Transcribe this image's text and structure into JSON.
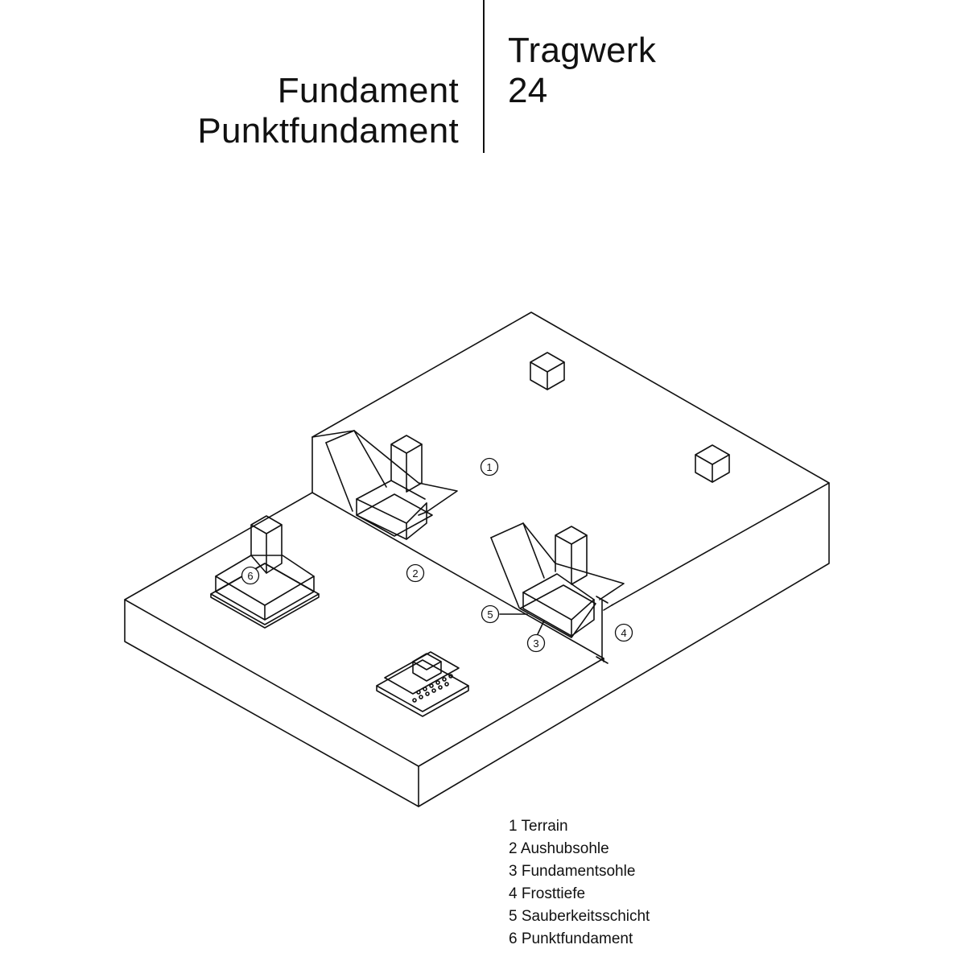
{
  "title": {
    "left_line1": "Fundament",
    "left_line2": "Punktfundament",
    "right_line1": "Tragwerk",
    "right_line2": "24"
  },
  "callouts": [
    "1",
    "2",
    "3",
    "4",
    "5",
    "6"
  ],
  "legend": [
    {
      "num": "1",
      "label": "Terrain"
    },
    {
      "num": "2",
      "label": "Aushubsohle"
    },
    {
      "num": "3",
      "label": "Fundamentsohle"
    },
    {
      "num": "4",
      "label": "Frosttiefe"
    },
    {
      "num": "5",
      "label": "Sauberkeitsschicht"
    },
    {
      "num": "6",
      "label": "Punktfundament"
    }
  ]
}
